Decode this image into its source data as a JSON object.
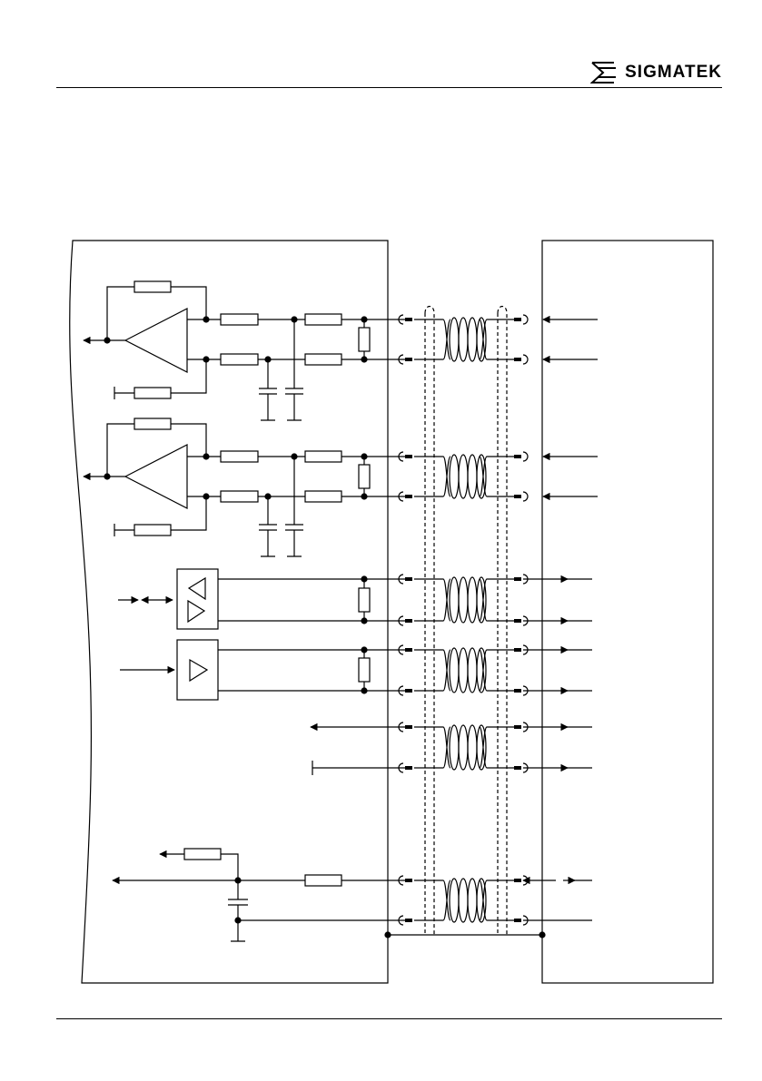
{
  "header": {
    "brand_name": "SIGMATEK",
    "logo_icon": "sigmatek-logo-icon"
  },
  "diagram": {
    "description_icons": [
      "amplifier",
      "resistor",
      "capacitor",
      "transceiver",
      "driver",
      "choke",
      "connector"
    ]
  }
}
